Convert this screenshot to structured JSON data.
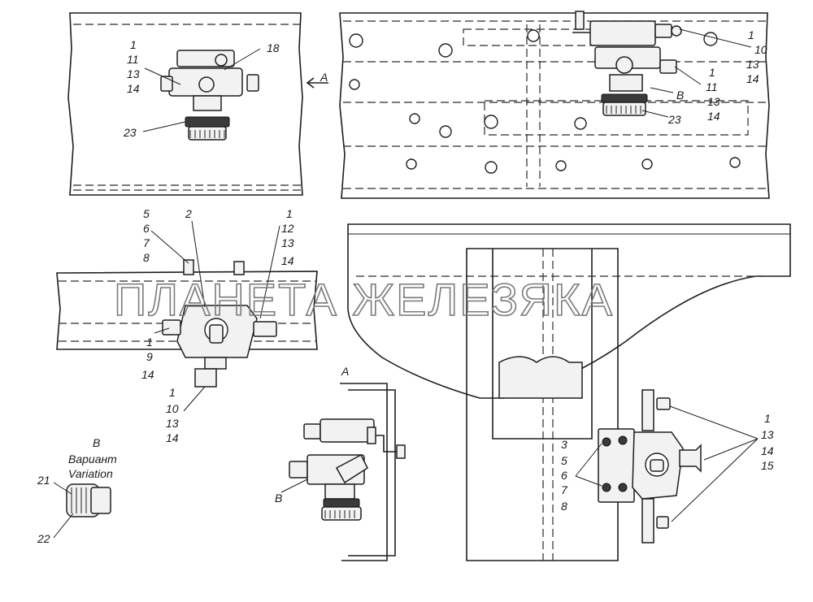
{
  "watermark": "ПЛАНЕТА ЖЕЛЕЗЯКА",
  "labels": {
    "tl_1": "1",
    "tl_11": "11",
    "tl_13": "13",
    "tl_14": "14",
    "tl_18": "18",
    "tl_23": "23",
    "view_a_arrow": "A",
    "tr_1a": "1",
    "tr_10": "10",
    "tr_13a": "13",
    "tr_14a": "14",
    "tr_1b": "1",
    "tr_11": "11",
    "tr_13b": "13",
    "tr_14b": "14",
    "tr_b": "B",
    "tr_23": "23",
    "ml_5": "5",
    "ml_6": "6",
    "ml_7": "7",
    "ml_8": "8",
    "ml_2": "2",
    "ml_1a": "1",
    "ml_12": "12",
    "ml_13a": "13",
    "ml_14a": "14",
    "ml_1b": "1",
    "ml_9": "9",
    "ml_14b": "14",
    "ml_1c": "1",
    "ml_10": "10",
    "ml_13b": "13",
    "ml_14c": "14",
    "va_title": "A",
    "va_b": "B",
    "vb_title": "B",
    "vb_ru": "Вариант",
    "vb_en": "Variation",
    "vb_21": "21",
    "vb_22": "22",
    "br_3": "3",
    "br_5": "5",
    "br_6": "6",
    "br_7": "7",
    "br_8": "8",
    "br_1": "1",
    "br_13": "13",
    "br_14": "14",
    "br_15": "15"
  }
}
